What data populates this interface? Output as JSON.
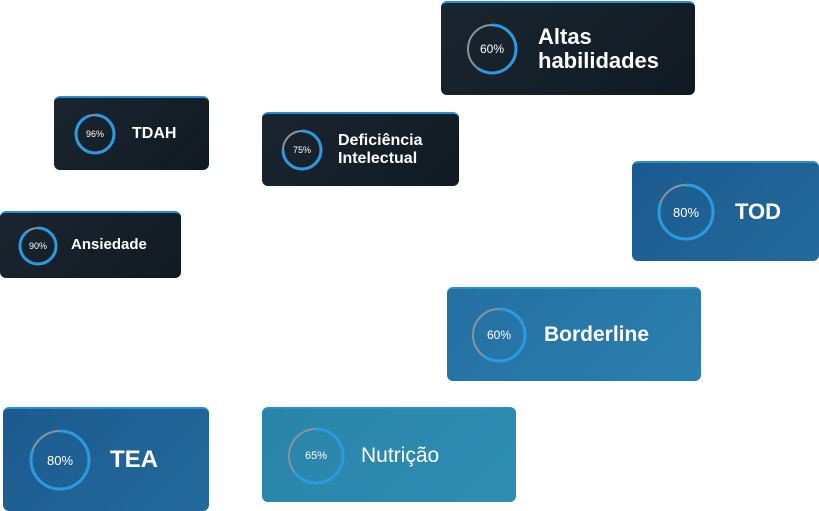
{
  "colors": {
    "arc": "#2a9be0",
    "track": "#8a949c"
  },
  "cards": [
    {
      "label": "Altas habilidades",
      "percent": 60
    },
    {
      "label": "TDAH",
      "percent": 96
    },
    {
      "label": "Deficiência Intelectual",
      "percent": 75
    },
    {
      "label": "Ansiedade",
      "percent": 90
    },
    {
      "label": "TOD",
      "percent": 80
    },
    {
      "label": "Borderline",
      "percent": 60
    },
    {
      "label": "TEA",
      "percent": 80
    },
    {
      "label": "Nutrição",
      "percent": 65
    }
  ]
}
